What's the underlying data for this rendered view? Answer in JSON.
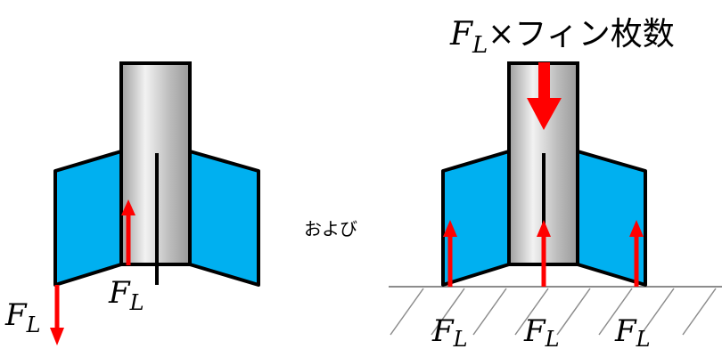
{
  "labels": {
    "top_title_prefix": "F",
    "top_title_sub": "L",
    "top_title_rest": "×フィン枚数",
    "middle_word": "および",
    "force_main": "F",
    "force_sub": "L"
  },
  "colors": {
    "fin": "#00b0f0",
    "arrow": "#ff0000",
    "outline": "#000000",
    "tube_light": "#f2f2f2",
    "tube_dark": "#9a9a9a",
    "ground_hatch": "#8c8c8c"
  }
}
